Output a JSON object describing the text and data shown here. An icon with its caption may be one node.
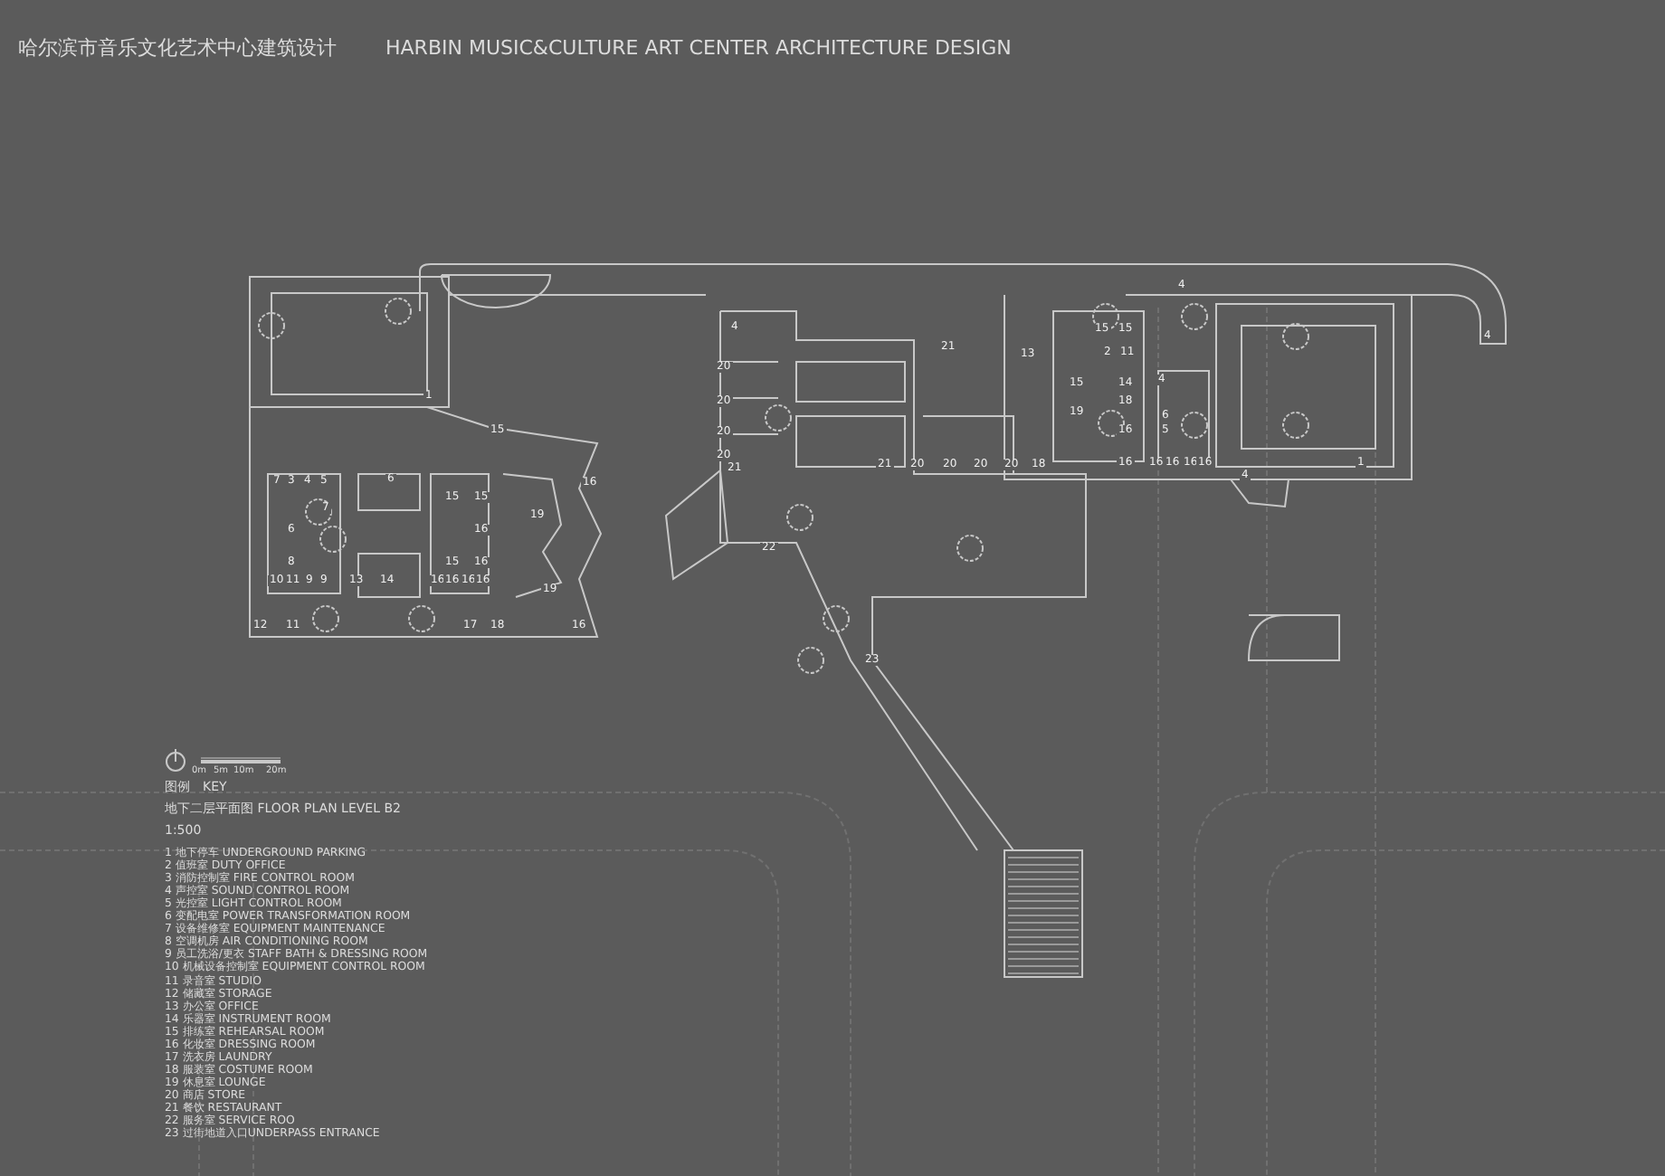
{
  "diagram": {
    "title": "哈尔滨市音乐文化艺术中心建筑设计",
    "labels": [
      "HARBIN MUSIC&CULTURE ART CENTER ARCHITECTURE DESIGN",
      "1",
      "15",
      "7",
      "3",
      "4",
      "5",
      "6",
      "16",
      "15",
      "15",
      "7",
      "19",
      "6",
      "16",
      "8",
      "15",
      "16",
      "10",
      "11",
      "9",
      "9",
      "13",
      "14",
      "16",
      "16",
      "16",
      "16",
      "19",
      "12",
      "11",
      "17",
      "18",
      "16",
      "4",
      "20",
      "20",
      "20",
      "20",
      "21",
      "21",
      "21",
      "20",
      "20",
      "20",
      "20",
      "18",
      "13",
      "22",
      "23",
      "4",
      "15",
      "15",
      "2",
      "11",
      "15",
      "14",
      "4",
      "19",
      "18",
      "16",
      "6",
      "5",
      "16",
      "16",
      "16",
      "16",
      "16",
      "1",
      "4",
      "4",
      "0m",
      "5m",
      "10m",
      "20m",
      "图例　KEY",
      "地下二层平面图 FLOOR PLAN LEVEL B2",
      "1:500",
      "1 地下停车 UNDERGROUND PARKING",
      "2 值班室 DUTY OFFICE",
      "3 消防控制室 FIRE CONTROL ROOM",
      "4 声控室 SOUND CONTROL ROOM",
      "5 光控室 LIGHT CONTROL ROOM",
      "6 变配电室 POWER TRANSFORMATION ROOM",
      "7 设备维修室 EQUIPMENT MAINTENANCE",
      "8 空调机房 AIR CONDITIONING ROOM",
      "9 员工洗浴/更衣 STAFF BATH & DRESSING ROOM",
      "10 机械设备控制室 EQUIPMENT CONTROL ROOM",
      "11 录音室 STUDIO",
      "12 储藏室 STORAGE",
      "13 办公室 OFFICE",
      "14 乐器室 INSTRUMENT ROOM",
      "15 排练室 REHEARSAL ROOM",
      "16 化妆室 DRESSING ROOM",
      "17 洗衣房 LAUNDRY",
      "18 服装室 COSTUME ROOM",
      "19 休息室 LOUNGE",
      "20 商店 STORE",
      "21 餐饮 RESTAURANT",
      "22 服务室 SERVICE ROO",
      "23 过街地道入口UNDERPASS ENTRANCE"
    ]
  }
}
